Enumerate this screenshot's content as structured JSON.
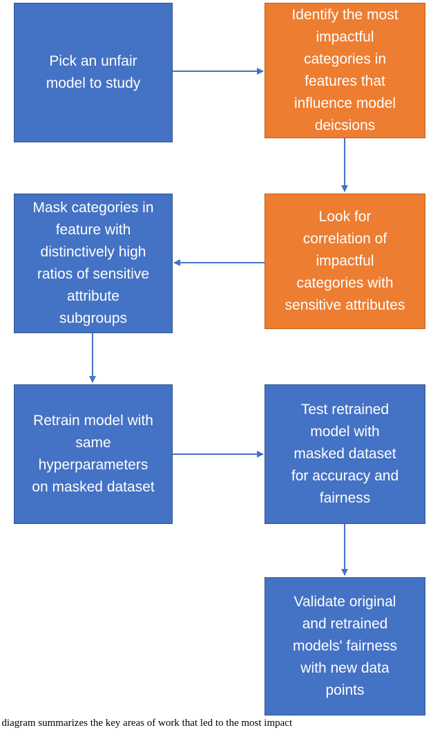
{
  "diagram": {
    "boxes": [
      {
        "id": "pick_model",
        "text": "Pick an unfair\nmodel  to study",
        "color": "#4472c4"
      },
      {
        "id": "identify_categories",
        "text": "Identify the most\nimpactful\ncategories in\nfeatures that\ninfluence model\ndeicsions",
        "color": "#ed7d31"
      },
      {
        "id": "mask_categories",
        "text": "Mask categories in\nfeature with\ndistinctively high\nratios of sensitive\nattribute\nsubgroups",
        "color": "#4472c4"
      },
      {
        "id": "look_correlation",
        "text": "Look for\ncorrelation of\nimpactful\ncategories with\nsensitive attributes",
        "color": "#ed7d31"
      },
      {
        "id": "retrain_model",
        "text": "Retrain model with\nsame\nhyperparameters\non masked dataset",
        "color": "#4472c4"
      },
      {
        "id": "test_retrained",
        "text": "Test retrained\nmodel with\nmasked dataset\nfor accuracy and\nfairness",
        "color": "#4472c4"
      },
      {
        "id": "validate_models",
        "text": "Validate original\nand retrained\nmodels' fairness\nwith new data\npoints",
        "color": "#4472c4"
      }
    ],
    "arrow_color": "#4472c4",
    "caption": "e diagram summarizes the key areas of work that led to the most impact"
  }
}
